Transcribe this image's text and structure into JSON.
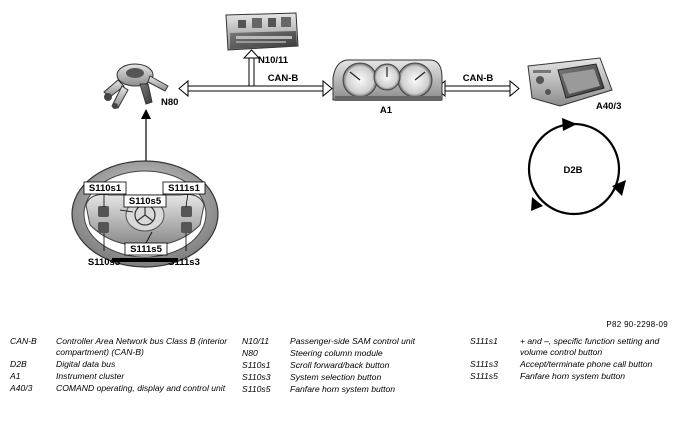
{
  "diagram": {
    "labels": {
      "n10_11": "N10/11",
      "n80": "N80",
      "a1": "A1",
      "a40_3": "A40/3",
      "can_b_left": "CAN-B",
      "can_b_right": "CAN-B",
      "d2b": "D2B",
      "s110s1": "S110s1",
      "s110s5": "S110s5",
      "s111s1": "S111s1",
      "s111s5": "S111s5",
      "s110s3": "S110s3",
      "s111s3": "S111s3"
    },
    "reference_code": "P82 90-2298-09"
  },
  "legend": {
    "col0": [
      {
        "code": "CAN-B",
        "desc": "Controller Area Network bus Class B (interior compartment) (CAN-B)"
      },
      {
        "code": "D2B",
        "desc": "Digital data bus"
      },
      {
        "code": "A1",
        "desc": "Instrument cluster"
      },
      {
        "code": "A40/3",
        "desc": "COMAND operating, display and control unit"
      }
    ],
    "col1": [
      {
        "code": "N10/11",
        "desc": "Passenger-side SAM control unit"
      },
      {
        "code": "N80",
        "desc": "Steering column module"
      },
      {
        "code": "S110s1",
        "desc": "Scroll forward/back button"
      },
      {
        "code": "S110s3",
        "desc": "System selection button"
      },
      {
        "code": "S110s5",
        "desc": "Fanfare horn system button"
      }
    ],
    "col2": [
      {
        "code": "S111s1",
        "desc": "+ and –, specific function setting and volume control button"
      },
      {
        "code": "S111s3",
        "desc": "Accept/terminate phone call button"
      },
      {
        "code": "S111s5",
        "desc": "Fanfare horn system button"
      }
    ]
  }
}
